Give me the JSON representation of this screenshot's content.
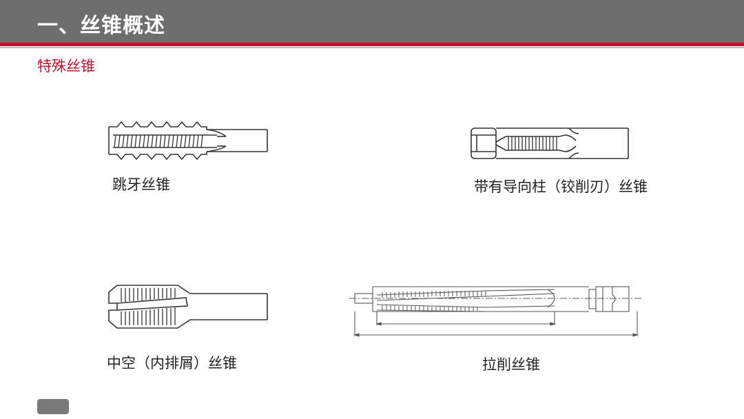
{
  "slide": {
    "title": "一、丝锥概述",
    "subtitle": "特殊丝锥"
  },
  "figures": [
    {
      "id": "skip-tooth-tap",
      "caption": "跳牙丝锥"
    },
    {
      "id": "pilot-tap",
      "caption": "带有导向柱（铰削刃）丝锥"
    },
    {
      "id": "hollow-tap",
      "caption": "中空（内排屑）丝锥"
    },
    {
      "id": "broach-tap",
      "caption": "拉削丝锥"
    }
  ],
  "colors": {
    "title_bar": "#6e6e6e",
    "accent_red": "#c8102e",
    "drawing_line": "#333333"
  }
}
